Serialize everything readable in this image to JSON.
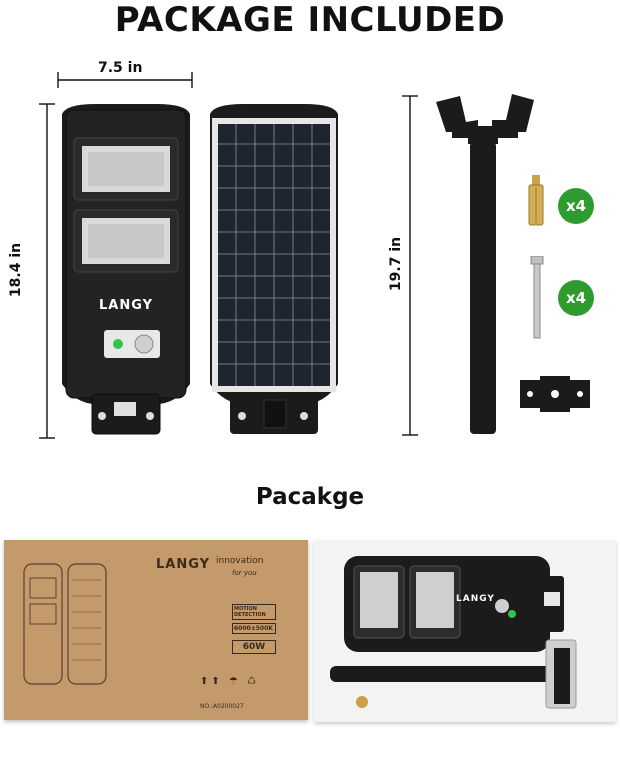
{
  "heading": "PACKAGE INCLUDED",
  "subheading": "Pacakge",
  "dimensions": {
    "width_label": "7.5 in",
    "height_label": "18.4 in",
    "pole_label": "19.7 in"
  },
  "light": {
    "brand": "LANGY"
  },
  "accessories": [
    {
      "name": "expansion-bolt",
      "count_label": "x4"
    },
    {
      "name": "screw",
      "count_label": "x4"
    }
  ],
  "box": {
    "brand": "LANGY",
    "tagline": "innovation",
    "slogan": "for you",
    "feature1": "MOTION DETECTION",
    "feature2": "6000±500K",
    "wattage": "60W",
    "model": "NO.:A0200027"
  },
  "colors": {
    "badge": "#2e9b2e",
    "box": "#c49a6c",
    "light_body": "#1b1b1b"
  }
}
